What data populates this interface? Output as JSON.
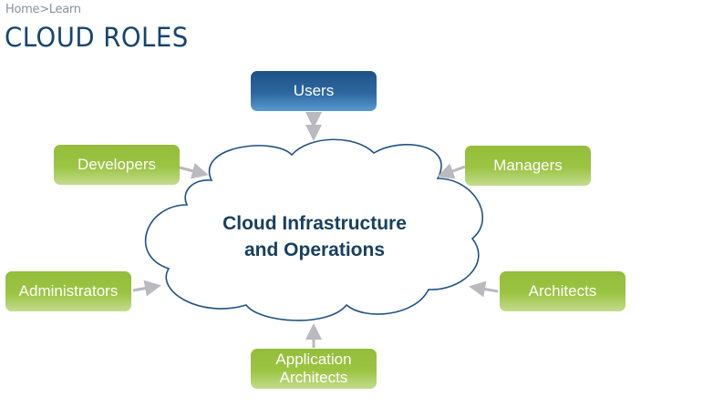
{
  "breadcrumb": {
    "home": "Home",
    "separator": ">",
    "current": "Learn"
  },
  "page_title": "CLOUD ROLES",
  "diagram": {
    "center": {
      "line1": "Cloud Infrastructure",
      "line2": "and Operations"
    },
    "roles": {
      "users": "Users",
      "developers": "Developers",
      "managers": "Managers",
      "administrators": "Administrators",
      "architects": "Architects",
      "application_architects_line1": "Application",
      "application_architects_line2": "Architects"
    },
    "colors": {
      "primary_role": "#2d67a0",
      "role": "#9cc443",
      "cloud_outline": "#1e5286",
      "text_dark": "#17405f",
      "arrow": "#b9b9bf"
    }
  }
}
